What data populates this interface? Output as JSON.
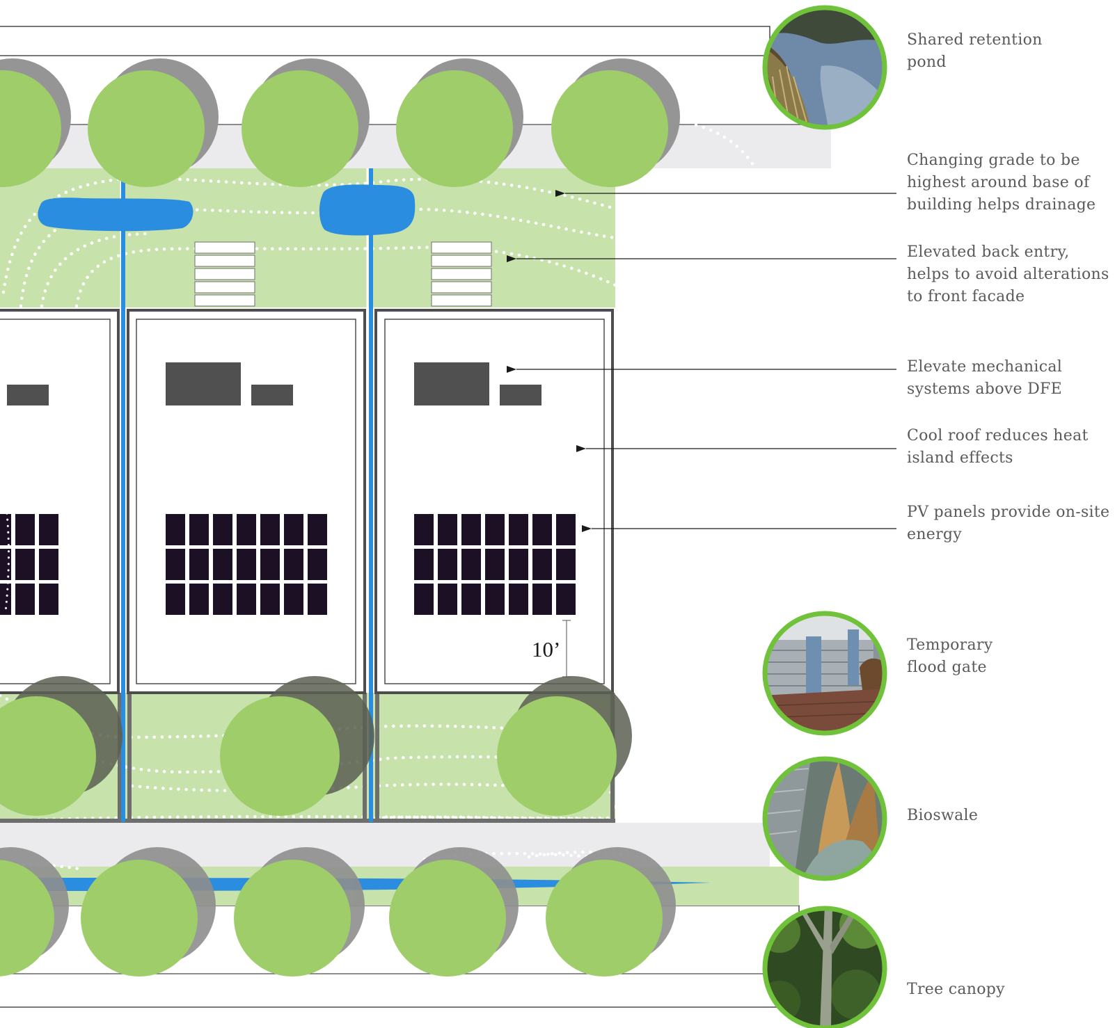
{
  "colors": {
    "tree": "#9fcd6a",
    "tree_shadow": "#8e8e8e",
    "lawn": "#c7e2ab",
    "paving": "#ebebed",
    "water": "#2b8de0",
    "building_outline": "#4d4d4d",
    "mechanical": "#505050",
    "pv_panel": "#1c1124",
    "photo_ring": "#71c23b",
    "label_text": "#5a5a5a"
  },
  "dimension": {
    "label": "10’"
  },
  "callouts": [
    {
      "id": "retention-pond",
      "line1": "Shared retention",
      "line2": "pond",
      "line3": "",
      "photo": "pond-photo"
    },
    {
      "id": "changing-grade",
      "line1": "Changing grade to be",
      "line2": "highest around base of",
      "line3": "building helps drainage"
    },
    {
      "id": "back-entry",
      "line1": "Elevated back entry,",
      "line2": "helps to avoid alterations",
      "line3": "to front facade"
    },
    {
      "id": "mechanical",
      "line1": "Elevate mechanical",
      "line2": "systems above DFE",
      "line3": ""
    },
    {
      "id": "cool-roof",
      "line1": "Cool roof reduces heat",
      "line2": "island effects",
      "line3": ""
    },
    {
      "id": "pv-panels",
      "line1": "PV panels provide on-site",
      "line2": "energy",
      "line3": ""
    },
    {
      "id": "flood-gate",
      "line1": "Temporary",
      "line2": "flood gate",
      "line3": "",
      "photo": "flood-gate-photo"
    },
    {
      "id": "bioswale",
      "line1": "Bioswale",
      "line2": "",
      "line3": "",
      "photo": "bioswale-photo"
    },
    {
      "id": "tree-canopy",
      "line1": "Tree canopy",
      "line2": "",
      "line3": "",
      "photo": "tree-canopy-photo"
    }
  ]
}
